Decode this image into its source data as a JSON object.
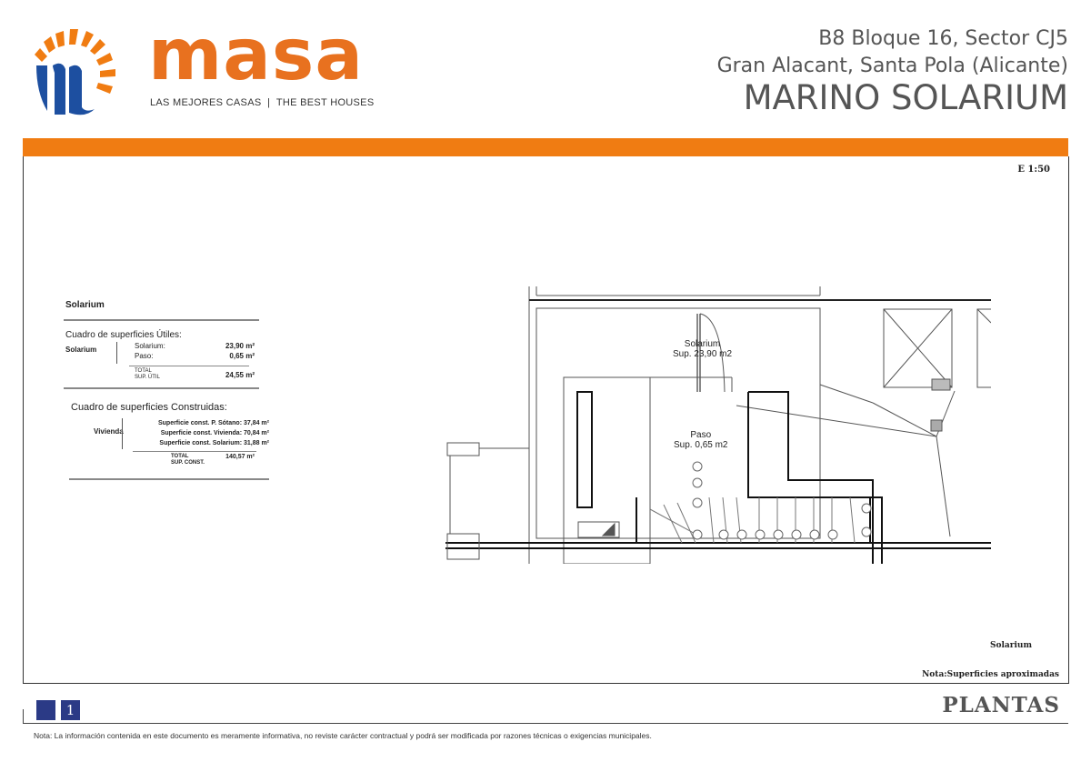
{
  "header": {
    "brand": "masa",
    "tagline": "LAS MEJORES CASAS  |  THE BEST HOUSES",
    "address_line1": "B8 Bloque 16, Sector CJ5",
    "address_line2": "Gran Alacant, Santa Pola (Alicante)",
    "project": "MARINO SOLARIUM"
  },
  "colors": {
    "orange": "#f07c12",
    "blue": "#2b3a86",
    "logo_blue": "#1d4fa0"
  },
  "scale": "E 1:50",
  "table": {
    "title": "Solarium",
    "utiles_heading": "Cuadro de superficies Útiles:",
    "utiles_group": "Solarium",
    "utiles_rows": [
      {
        "label": "Solarium:",
        "value": "23,90 m²"
      },
      {
        "label": "Paso:",
        "value": "0,65 m²"
      }
    ],
    "utiles_total_label1": "TOTAL",
    "utiles_total_label2": "SUP. ÚTIL",
    "utiles_total": "24,55 m²",
    "construidas_heading": "Cuadro de superficies Construidas:",
    "construidas_group": "Vivienda",
    "construidas_rows": [
      "Superficie const. P. Sótano: 37,84 m²",
      "Superficie const. Vivienda: 70,84 m²",
      "Superficie const. Solarium: 31,88 m²"
    ],
    "construidas_total_label1": "TOTAL",
    "construidas_total_label2": "SUP. CONST.",
    "construidas_total": "140,57 m²"
  },
  "plan": {
    "room1_name": "Solarium",
    "room1_area": "Sup. 23,90 m2",
    "room2_name": "Paso",
    "room2_area": "Sup. 0,65 m2"
  },
  "footer": {
    "sheet_number": "1",
    "plan_label": "Solarium",
    "note": "Nota:Superficies aproximadas",
    "section": "PLANTAS",
    "disclaimer": "Nota: La información contenida en este documento es meramente informativa, no reviste carácter contractual y podrá ser modificada por razones técnicas o exigencias municipales."
  }
}
